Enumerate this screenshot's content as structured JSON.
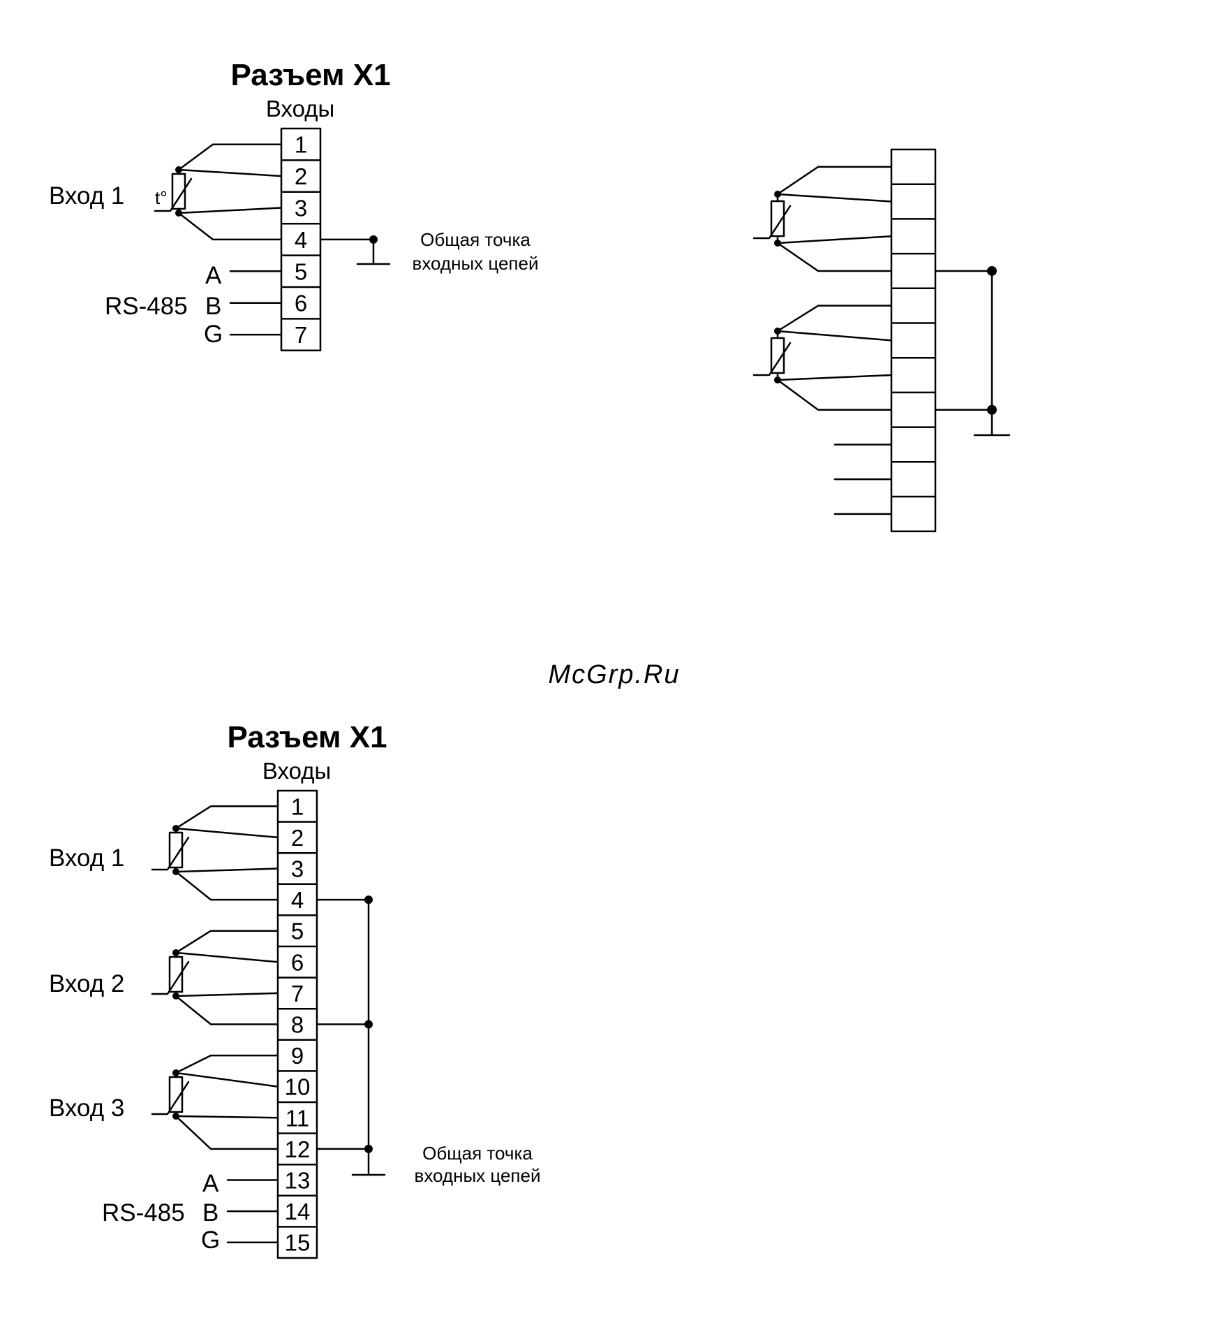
{
  "colors": {
    "ink": "#000000",
    "watermark": "#c8102e"
  },
  "diagram1": {
    "title": "Разъем X1",
    "subtitle": "Входы",
    "input_label": "Вход 1",
    "temp_mark": "t°",
    "pins": [
      "1",
      "2",
      "3",
      "4",
      "5",
      "6",
      "7"
    ],
    "rs485": {
      "label": "RS-485",
      "a": "A",
      "b": "B",
      "g": "G"
    },
    "common": {
      "line1": "Общая точка",
      "line2": "входных цепей"
    }
  },
  "diagram2": {
    "pin_count": 11,
    "sensor_count": 2,
    "rs_line_count": 3
  },
  "diagram3": {
    "title": "Разъем X1",
    "subtitle": "Входы",
    "inputs": [
      "Вход 1",
      "Вход 2",
      "Вход 3"
    ],
    "pins": [
      "1",
      "2",
      "3",
      "4",
      "5",
      "6",
      "7",
      "8",
      "9",
      "10",
      "11",
      "12",
      "13",
      "14",
      "15"
    ],
    "rs485": {
      "label": "RS-485",
      "a": "A",
      "b": "B",
      "g": "G"
    },
    "common": {
      "line1": "Общая точка",
      "line2": "входных цепей"
    }
  },
  "watermark": "McGrp.Ru"
}
